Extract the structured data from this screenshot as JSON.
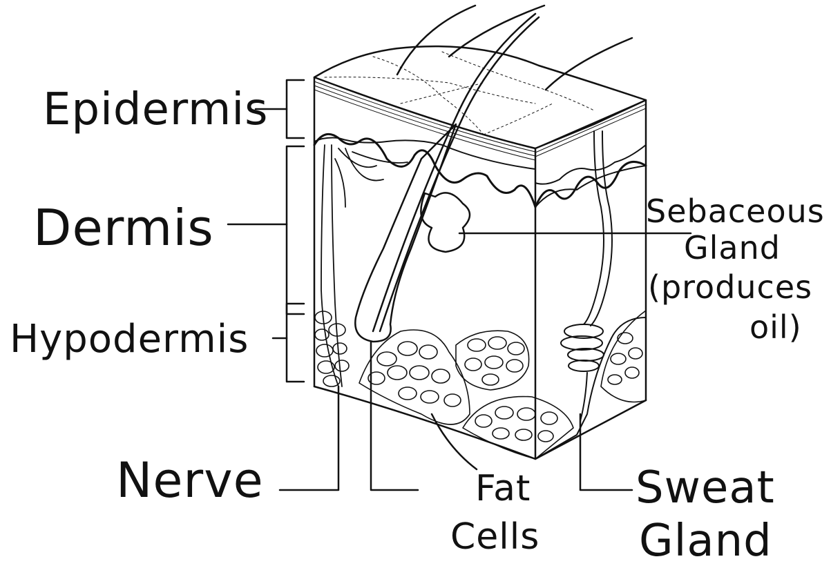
{
  "labels": {
    "epidermis": "Epidermis",
    "dermis": "Dermis",
    "hypodermis": "Hypodermis",
    "sebaceous_line1": "Sebaceous",
    "sebaceous_line2": "Gland",
    "sebaceous_line3": "(produces",
    "sebaceous_line4": "oil)",
    "nerve": "Nerve",
    "fat_line1": "Fat",
    "fat_line2": "Cells",
    "sweat_line1": "Sweat",
    "sweat_line2": "Gland"
  },
  "colors": {
    "ink": "#111111",
    "background": "#ffffff"
  }
}
